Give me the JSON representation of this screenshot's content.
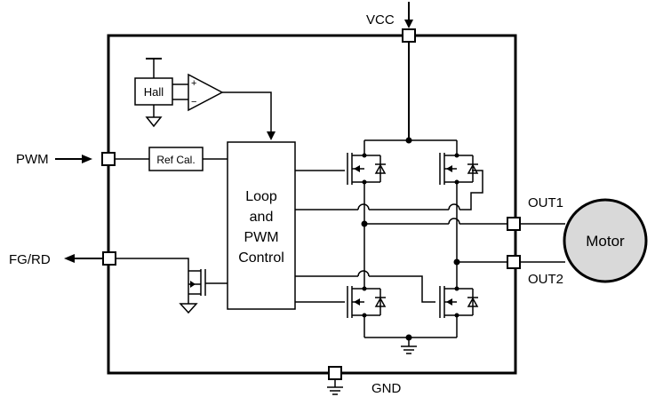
{
  "pins": {
    "vcc": "VCC",
    "gnd": "GND",
    "pwm": "PWM",
    "fg_rd": "FG/RD",
    "out1": "OUT1",
    "out2": "OUT2"
  },
  "blocks": {
    "hall": "Hall",
    "ref_cal": "Ref Cal.",
    "control_line1": "Loop",
    "control_line2": "and",
    "control_line3": "PWM",
    "control_line4": "Control",
    "motor": "Motor"
  },
  "comparator": {
    "plus": "+",
    "minus": "−"
  },
  "colors": {
    "motor_fill": "#d9d9d9",
    "line": "#000000"
  }
}
